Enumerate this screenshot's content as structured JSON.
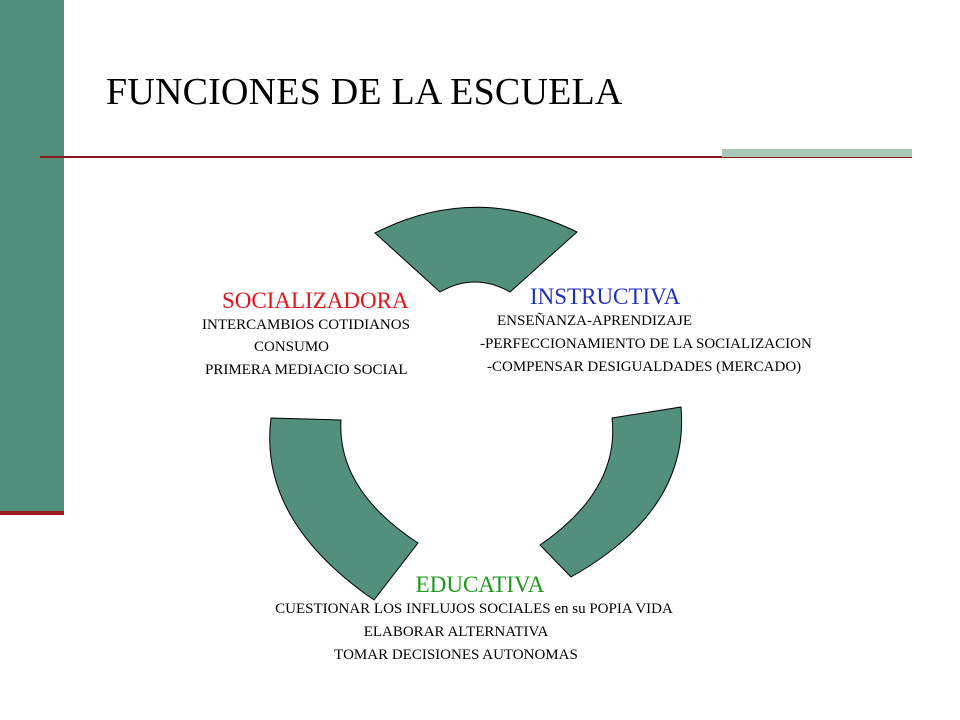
{
  "slide": {
    "title": "FUNCIONES DE LA ESCUELA"
  },
  "colors": {
    "sidebar": "#528f7c",
    "segment_fill": "#528f7c",
    "rule": "#8b1a1a",
    "accent_rule": "#a8c7b7",
    "socializadora": "#e0141a",
    "instructiva": "#1f2fbf",
    "educativa": "#1a9a1a"
  },
  "socializadora": {
    "heading": "SOCIALIZADORA",
    "lines": [
      "INTERCAMBIOS COTIDIANOS",
      "CONSUMO",
      "PRIMERA MEDIACIO SOCIAL"
    ]
  },
  "instructiva": {
    "heading": "INSTRUCTIVA",
    "lines": [
      "ENSEÑANZA-APRENDIZAJE",
      "-PERFECCIONAMIENTO DE LA SOCIALIZACION",
      "-COMPENSAR DESIGUALDADES (MERCADO)"
    ]
  },
  "educativa": {
    "heading": "EDUCATIVA",
    "lines": [
      "CUESTIONAR LOS INFLUJOS SOCIALES  en su POPIA VIDA",
      "ELABORAR ALTERNATIVA",
      "TOMAR DECISIONES AUTONOMAS"
    ]
  }
}
